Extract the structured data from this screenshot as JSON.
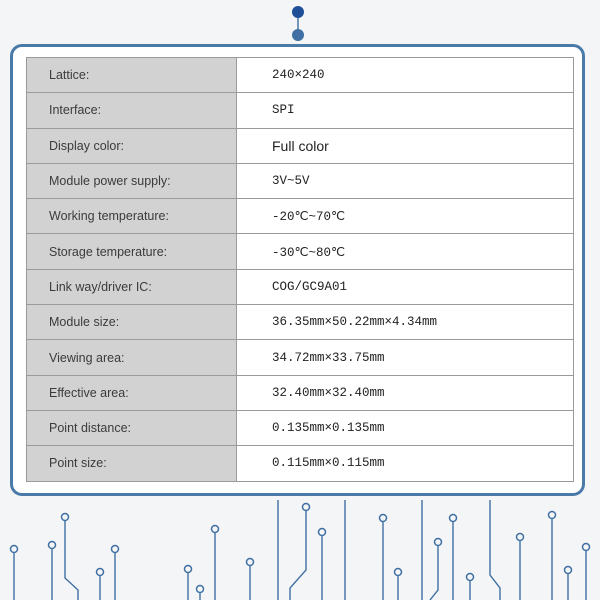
{
  "specs": [
    {
      "label": "Lattice:",
      "value": "240×240"
    },
    {
      "label": "Interface:",
      "value": "SPI"
    },
    {
      "label": "Display color:",
      "value": "Full color"
    },
    {
      "label": "Module power supply:",
      "value": "3V~5V"
    },
    {
      "label": "Working temperature:",
      "value": "-20℃~70℃"
    },
    {
      "label": "Storage temperature:",
      "value": "-30℃~80℃"
    },
    {
      "label": "Link way/driver IC:",
      "value": "COG/GC9A01"
    },
    {
      "label": "Module size:",
      "value": "36.35mm×50.22mm×4.34mm"
    },
    {
      "label": "Viewing area:",
      "value": "34.72mm×33.75mm"
    },
    {
      "label": "Effective area:",
      "value": "32.40mm×32.40mm"
    },
    {
      "label": "Point distance:",
      "value": "0.135mm×0.135mm"
    },
    {
      "label": "Point size:",
      "value": "0.115mm×0.115mm"
    }
  ],
  "colors": {
    "frame": "#4a7aa8",
    "circuit": "#3f6fa3",
    "label_bg": "#d2d2d2",
    "top_dot": "#1f4f99"
  }
}
